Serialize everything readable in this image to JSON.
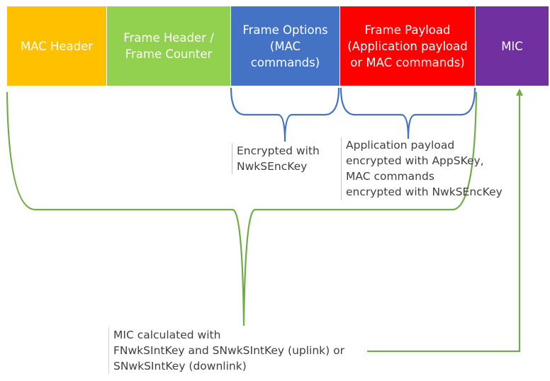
{
  "segments": [
    {
      "label": "MAC Header",
      "color": "#ffc000"
    },
    {
      "label": "Frame Header /\nFrame Counter",
      "color": "#92d050"
    },
    {
      "label": "Frame Options\n(MAC\ncommands)",
      "color": "#4472c4"
    },
    {
      "label": "Frame Payload\n(Application payload\nor MAC commands)",
      "color": "#ff0000"
    },
    {
      "label": "MIC",
      "color": "#7030a0"
    }
  ],
  "annotations": {
    "frame_options": "Encrypted with\nNwkSEncKey",
    "frame_payload": "Application payload\nencrypted with AppSKey,\nMAC commands\nencrypted with NwkSEncKey",
    "mic": "MIC calculated with\nFNwkSIntKey and SNwkSIntKey (uplink) or\nSNwkSIntKey (downlink)"
  },
  "colors": {
    "blue_bracket": "#4472c4",
    "green_bracket": "#70ad47"
  }
}
